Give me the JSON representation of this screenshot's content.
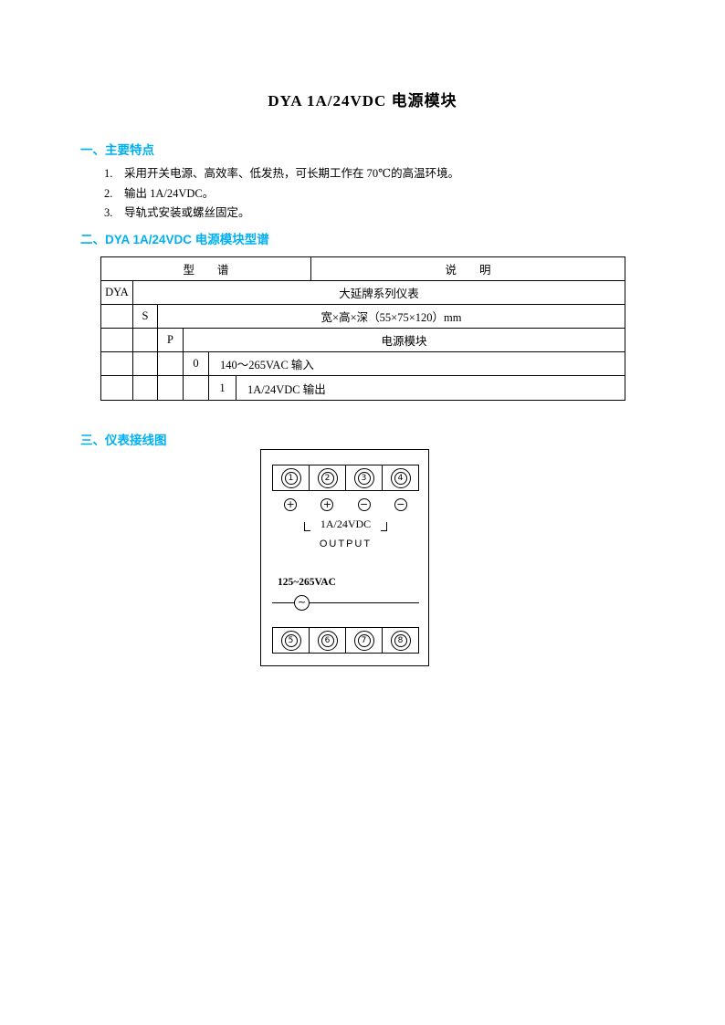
{
  "doc": {
    "title": "DYA 1A/24VDC 电源模块"
  },
  "features": {
    "heading": "一、主要特点",
    "items": [
      {
        "num": "1.",
        "text": "采用开关电源、高效率、低发热，可长期工作在 70℃的高温环境。"
      },
      {
        "num": "2.",
        "text": "输出 1A/24VDC。"
      },
      {
        "num": "3.",
        "text": "导轨式安装或螺丝固定。"
      }
    ]
  },
  "spectrum": {
    "heading": "二、DYA 1A/24VDC 电源模块型谱",
    "table": {
      "col_model": "型　　谱",
      "col_desc": "说　　明",
      "rows": [
        {
          "code": "DYA",
          "desc": "大延牌系列仪表"
        },
        {
          "code": "S",
          "desc": "宽×高×深（55×75×120）mm"
        },
        {
          "code": "P",
          "desc": "电源模块"
        },
        {
          "code": "0",
          "desc": "140～265VAC 输入"
        },
        {
          "code": "1",
          "desc": "1A/24VDC 输出"
        }
      ]
    }
  },
  "wiring": {
    "heading": "三、仪表接线图",
    "diagram": {
      "top_terminals": [
        "1",
        "2",
        "3",
        "4"
      ],
      "polarities": [
        "+",
        "+",
        "−",
        "−"
      ],
      "output_value": "1A/24VDC",
      "output_label": "OUTPUT",
      "input_label": "125~265VAC",
      "ac_symbol": "~",
      "bottom_terminals": [
        "5",
        "6",
        "7",
        "8"
      ]
    }
  }
}
